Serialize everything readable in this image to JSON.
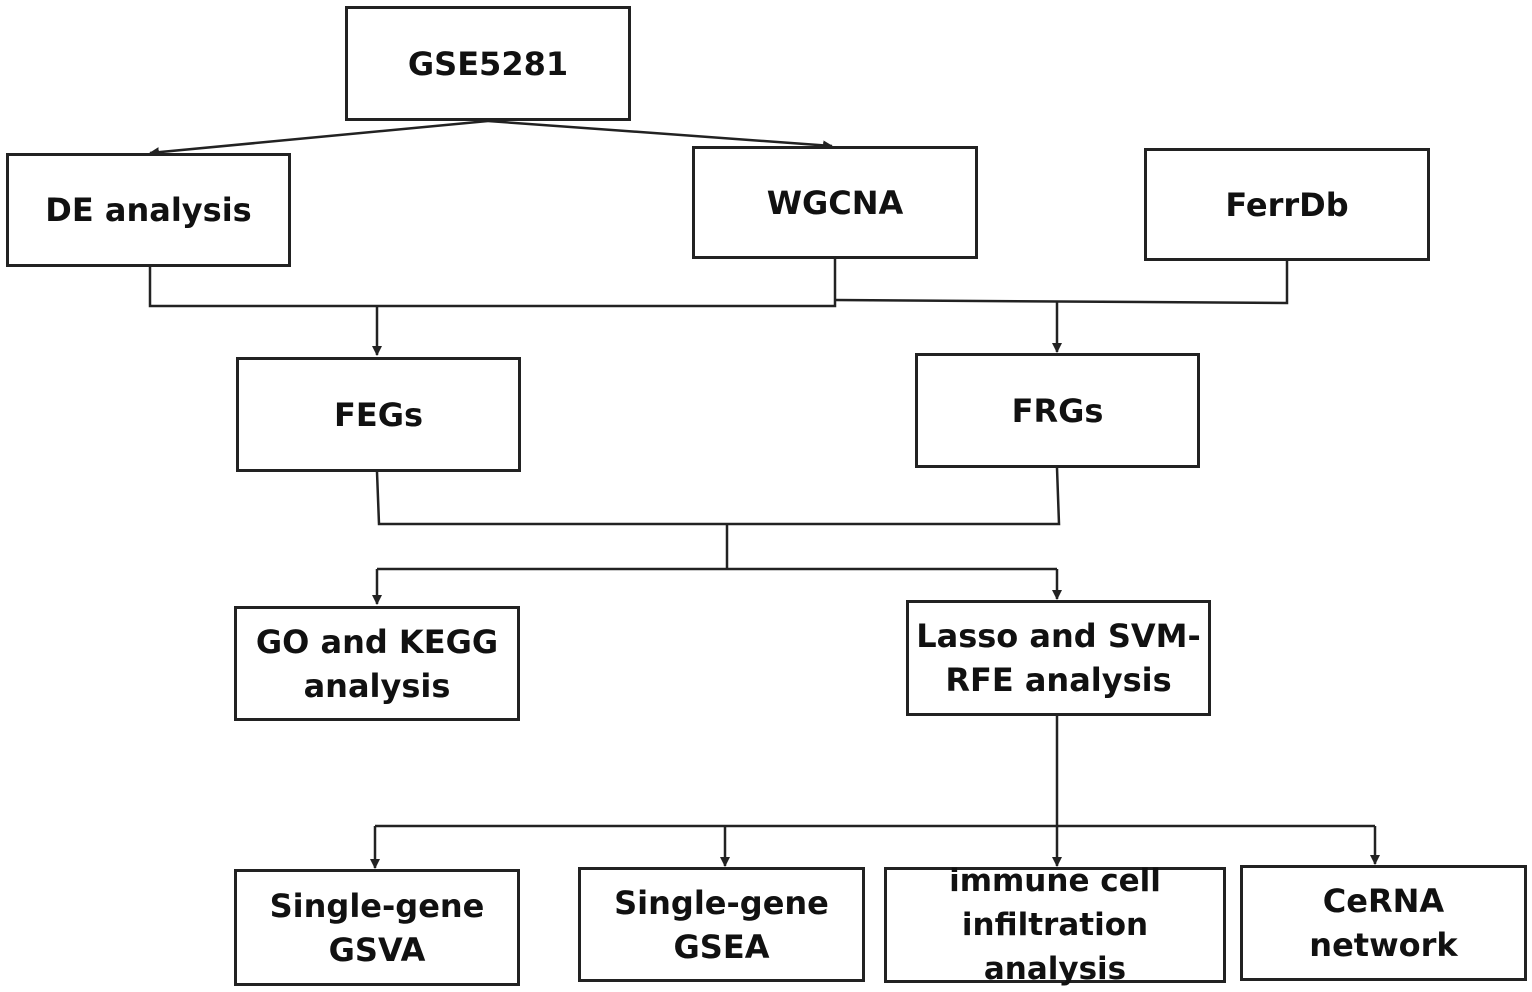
{
  "diagram": {
    "nodes": {
      "gse": "GSE5281",
      "de": "DE analysis",
      "wgcna": "WGCNA",
      "ferrdb": "FerrDb",
      "fegs": "FEGs",
      "frgs": "FRGs",
      "go_kegg": "GO and KEGG\nanalysis",
      "lasso_svm": "Lasso and SVM-\nRFE analysis",
      "gsva": "Single-gene\nGSVA",
      "gsea": "Single-gene\nGSEA",
      "immune": "immune cell\ninfiltration analysis",
      "cerna": "CeRNA\nnetwork"
    },
    "colors": {
      "line": "#222222",
      "text": "#111111",
      "background": "#ffffff"
    }
  }
}
